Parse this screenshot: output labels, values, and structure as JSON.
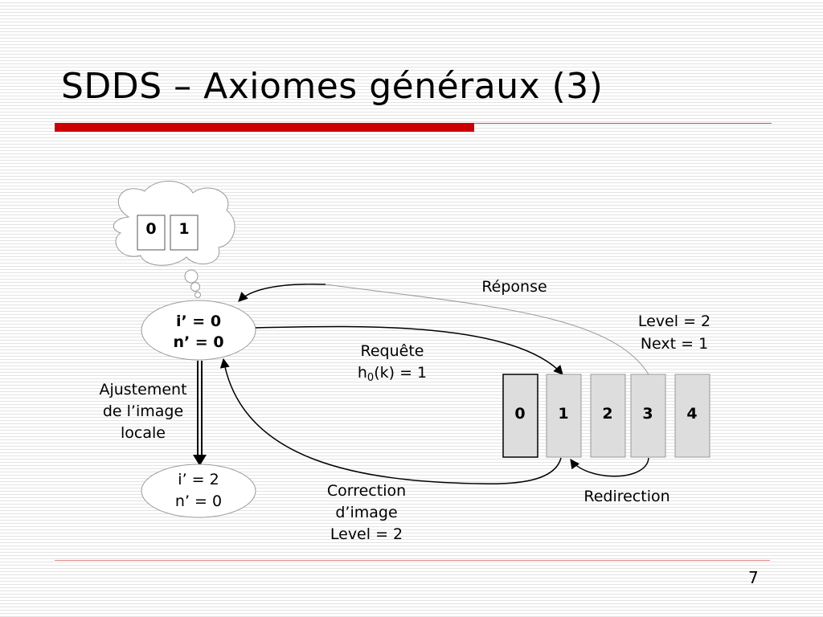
{
  "slide": {
    "title": "SDDS – Axiomes généraux  (3)",
    "page_number": "7"
  },
  "diagram": {
    "cloud_cells": [
      "0",
      "1"
    ],
    "client_state": {
      "line1": "i’ = 0",
      "line2": "n’ = 0"
    },
    "new_state": {
      "line1": "i’ = 2",
      "line2": "n’ = 0"
    },
    "adjustment_label": [
      "Ajustement",
      "de l’image",
      "locale"
    ],
    "response_label": "Réponse",
    "request_label": {
      "line1": "Requête",
      "func": "h",
      "sub": "0",
      "args": "(k) = 1"
    },
    "server_info": {
      "line1": "Level = 2",
      "line2": "Next = 1"
    },
    "buckets": [
      "0",
      "1",
      "2",
      "3",
      "4"
    ],
    "correction_label": [
      "Correction",
      "d’image",
      "Level = 2"
    ],
    "redirection_label": "Redirection"
  },
  "colors": {
    "accent": "#cc0000",
    "bucket_fill": "#dddddd",
    "line_color": "#000000"
  }
}
